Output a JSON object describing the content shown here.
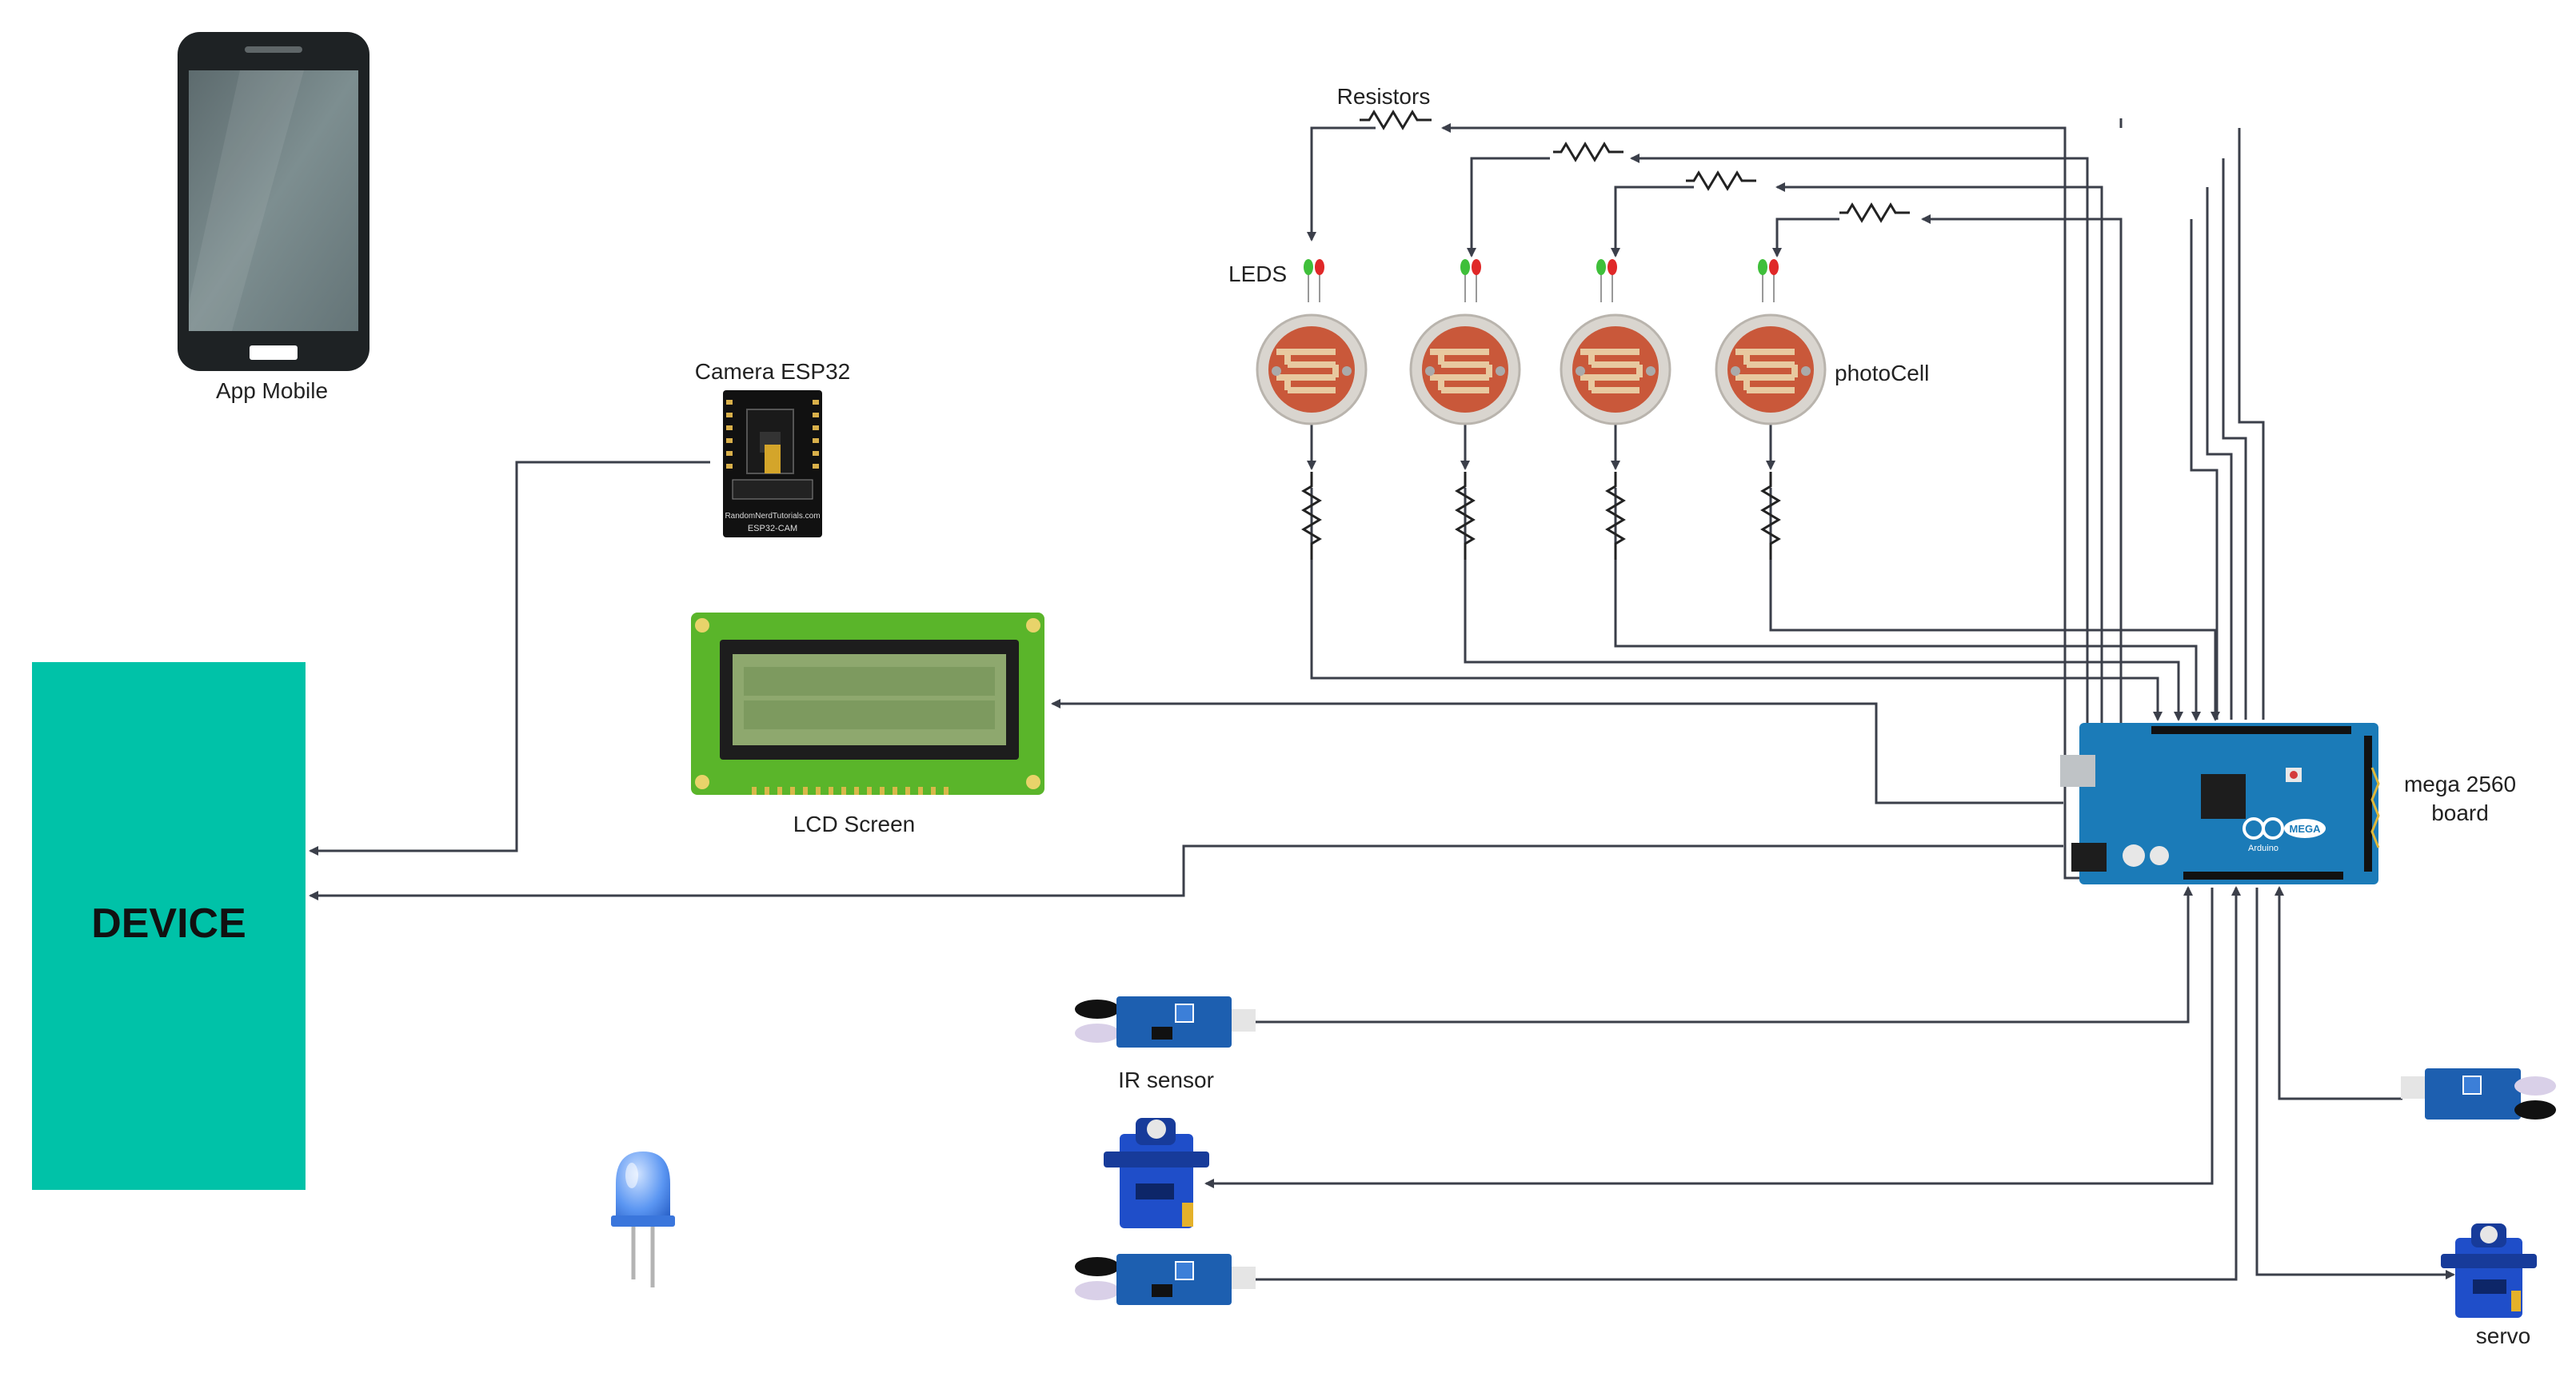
{
  "labels": {
    "app_mobile": "App Mobile",
    "camera": "Camera ESP32",
    "camera_chip_line1": "RandomNerdTutorials.com",
    "camera_chip_line2": "ESP32-CAM",
    "resistors": "Resistors",
    "leds": "LEDS",
    "photocell": "photoCell",
    "lcd": "LCD Screen",
    "device": "DEVICE",
    "mega_line1": "mega 2560",
    "mega_line2": "board",
    "ir_sensor": "IR sensor",
    "servo": "servo",
    "board_brand": "MEGA",
    "board_logo": "Arduino"
  },
  "colors": {
    "device": "#00c2a8",
    "wire": "#3b3f4a",
    "board": "#1b7bb8",
    "lcd_pcb": "#5ab52a",
    "lcd_screen": "#8ea86e",
    "servo": "#1f4ec9",
    "ir_pcb": "#1d5fb0",
    "photocell": "#c9583a",
    "led_blue": "#4d8ff0"
  }
}
